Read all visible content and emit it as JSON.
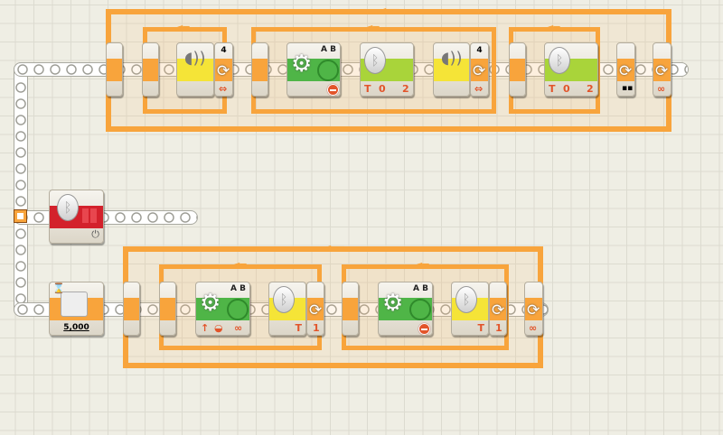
{
  "colors": {
    "loop": "#f8a43c",
    "motor": "#4fb547",
    "sensor": "#f5e437",
    "bt_send": "#a9d43a",
    "bt_connect": "#d3212b"
  },
  "top_row": {
    "sensor1_loop_count": "4",
    "motor1_ports": "A B",
    "send1": {
      "text_icon": "T",
      "connection": "0",
      "mailbox": "2"
    },
    "sensor2_loop_count": "4",
    "send2": {
      "text_icon": "T",
      "connection": "0",
      "mailbox": "2"
    }
  },
  "bottom_row": {
    "wait_value": "5,000",
    "motor1_ports": "A B",
    "receive1": {
      "text_icon": "T",
      "mailbox": "1"
    },
    "motor2_ports": "A B",
    "receive2": {
      "text_icon": "T",
      "mailbox": "1"
    },
    "forever_icon": "∞"
  },
  "icons": {
    "loop": "loop-icon",
    "gear": "gear-icon",
    "bluetooth": "bluetooth-icon",
    "dish": "sensor-dish-icon",
    "stop": "stop-icon",
    "power": "power-icon",
    "hourglass": "hourglass-icon"
  }
}
